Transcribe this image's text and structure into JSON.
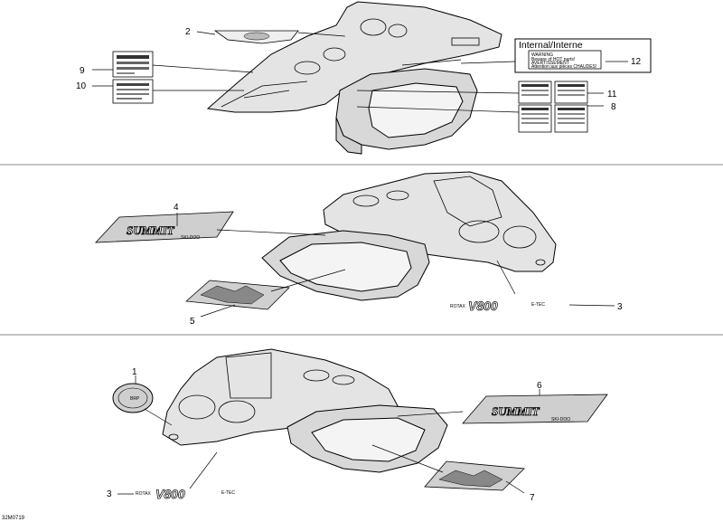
{
  "callouts": {
    "c1": "1",
    "c2": "2",
    "c3a": "3",
    "c3b": "3",
    "c4": "4",
    "c5": "5",
    "c6": "6",
    "c7": "7",
    "c8": "8",
    "c9": "9",
    "c10": "10",
    "c11": "11",
    "c12": "12"
  },
  "warning_panel": {
    "header": "Internal/Interne",
    "line1": "WARNING",
    "line2": "Beware of HOT parts!",
    "line3": "AVERTISSEMENT",
    "line4": "Attention aux pièces CHAUDES!"
  },
  "decals": {
    "brand": "SUMMIT",
    "brand_sub": "SKI-DOO",
    "model": "V800",
    "model_prefix": "ROTAX",
    "model_suffix": "E-TEC",
    "badge": "BRP"
  },
  "figure_code": "32M0719"
}
